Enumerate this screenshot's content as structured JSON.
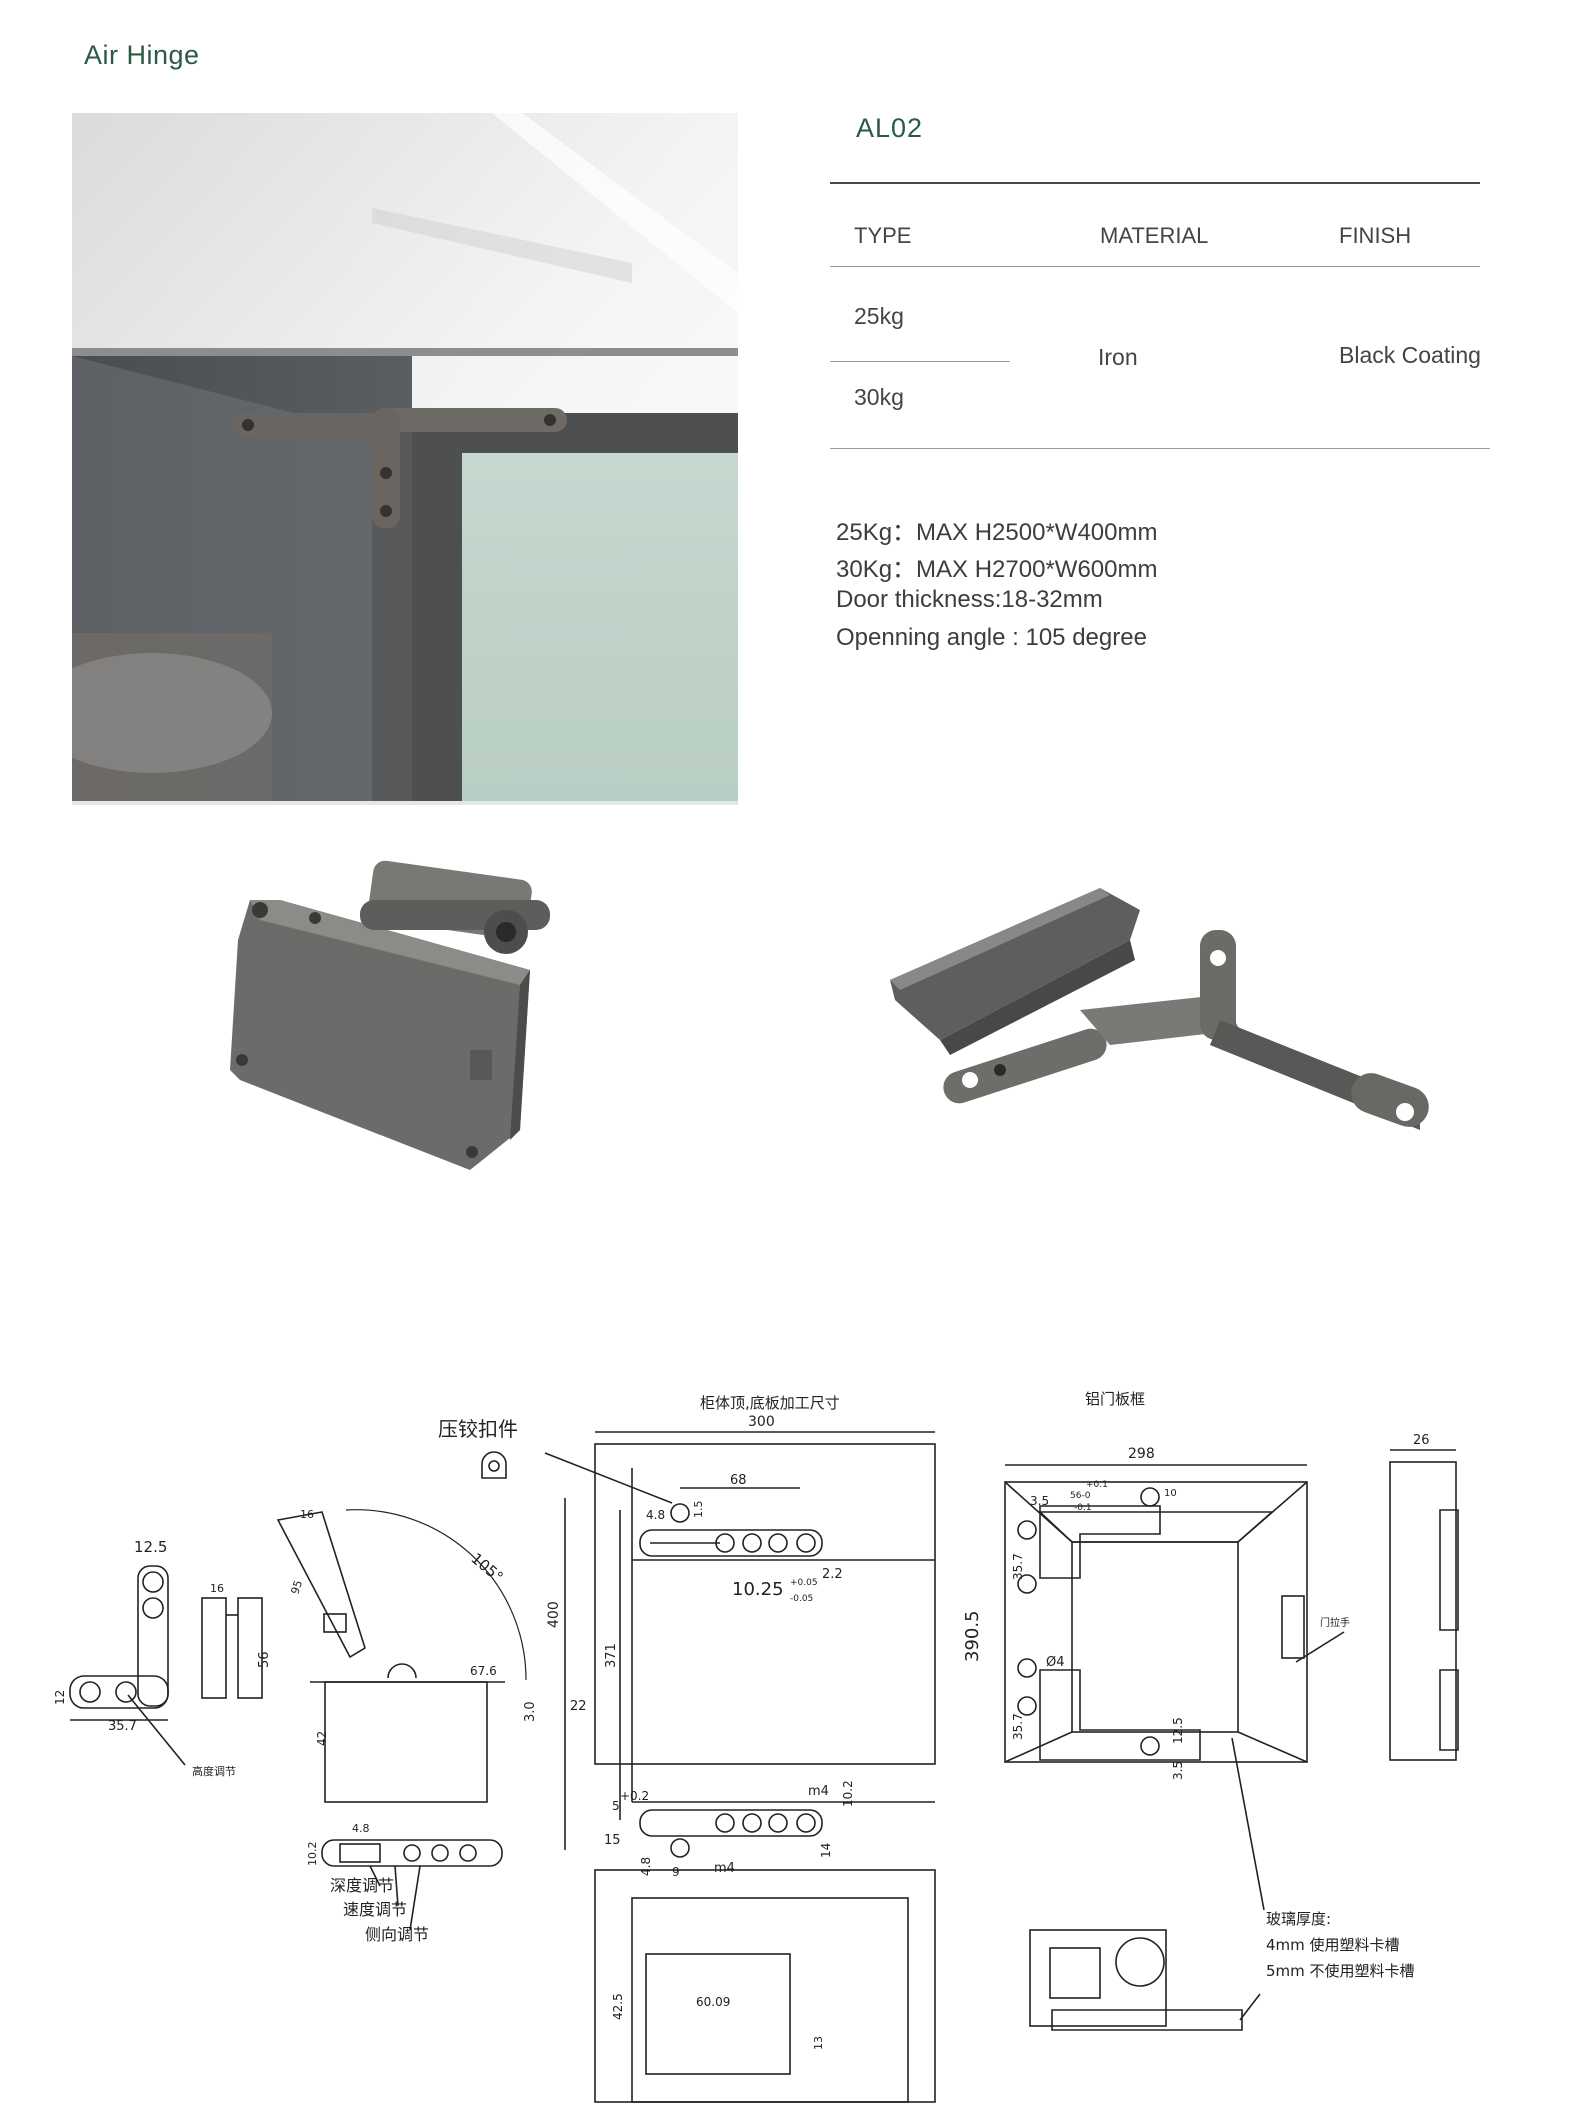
{
  "header": {
    "category": "Air Hinge",
    "model": "AL02"
  },
  "spec_table": {
    "columns": [
      "TYPE",
      "MATERIAL",
      "FINISH"
    ],
    "types": [
      "25kg",
      "30kg"
    ],
    "material": "Iron",
    "finish": "Black Coating"
  },
  "specs": [
    "25Kg：MAX H2500*W400mm",
    "30Kg：MAX  H2700*W600mm",
    "Door thickness:18-32mm",
    "Openning angle : 105 degree"
  ],
  "drawing": {
    "title_cabinet": "柜体顶,底板加工尺寸",
    "title_door": "铝门板框",
    "press_cap": "压铰扣件",
    "height_adj": "高度调节",
    "depth_adj": "深度调节",
    "speed_adj": "速度调节",
    "side_adj": "侧向调节",
    "handle": "门拉手",
    "glass_thickness": "玻璃厚度:",
    "glass_4mm": "4mm 使用塑料卡槽",
    "glass_5mm": "5mm 不使用塑料卡槽",
    "dims": {
      "d300": "300",
      "d68": "68",
      "d400": "400",
      "d371": "371",
      "d22": "22",
      "d1025": "10.25",
      "d22b": "2.2",
      "d48": "4.8",
      "d15": "1.5",
      "m4": "m4",
      "d102": "10.2",
      "d14": "14",
      "d15b": "15",
      "d9": "9",
      "d5": "5",
      "d02": "+0.2",
      "d125": "12.5",
      "d357": "35.7",
      "d12": "12",
      "d16": "16",
      "d56": "56",
      "d95": "95",
      "d105": "105°",
      "d676": "67.6",
      "d30": "3.0",
      "d42": "42",
      "d298": "298",
      "d26": "26",
      "d35": "3.5",
      "d3905": "390.5",
      "dphi4": "Ø4",
      "d425": "42.5",
      "d6009": "60.09",
      "d13": "13",
      "d10": "10",
      "tol1": "+0.05",
      "tol2": "-0.05",
      "tol3": "+0.1",
      "tol4": "-0.1",
      "d560": "56-0"
    }
  }
}
